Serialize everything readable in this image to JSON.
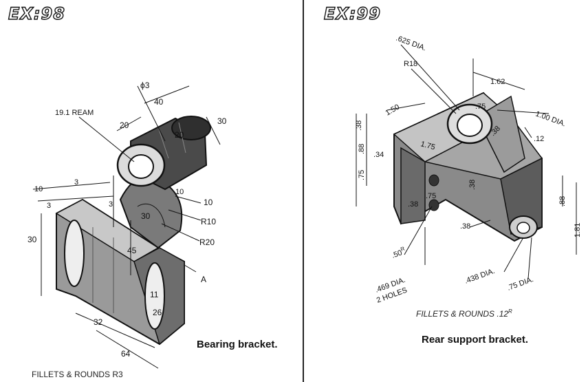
{
  "left": {
    "title": "EX:98",
    "caption": "Bearing bracket.",
    "note": "FILLETS & ROUNDS R3",
    "dims": {
      "phi3": "ϕ3",
      "d40": "40",
      "d30_top": "30",
      "d20a": "20",
      "d20b": "20",
      "ream": "19.1 REAM",
      "d10a": "10",
      "d3a": "3",
      "d3b": "3",
      "d3c": "3",
      "d10b": "10",
      "d10c": "10",
      "r10": "R10",
      "d30_mid": "30",
      "r20": "R20",
      "d30_side": "30",
      "d45": "45",
      "ref_a": "A",
      "d11": "11",
      "d26": "26",
      "d32": "32",
      "d64": "64"
    }
  },
  "right": {
    "title": "EX:99",
    "caption": "Rear support bracket.",
    "note": "FILLETS & ROUNDS .12",
    "note_sup": "R",
    "dims": {
      "d625": ".625 DIA.",
      "r18": "R18",
      "d162": "1.62",
      "d75a": ".75",
      "d100": "1.00 DIA.",
      "d150": "1.50",
      "d38a": ".38",
      "d175": "1.75",
      "d12": ".12",
      "d34": ".34",
      "d88": ".88",
      "d38b": ".38",
      "d75b": ".75",
      "d75c": ".75",
      "d38c": ".38",
      "d38d": ".38",
      "d88b": ".88",
      "d181": "1.81",
      "d50r": ".50",
      "d50r_sup": "R",
      "d469": ".469 DIA.",
      "holes": "2 HOLES",
      "d38e": ".38",
      "d438": ".438 DIA.",
      "d75dia": ".75 DIA."
    }
  }
}
